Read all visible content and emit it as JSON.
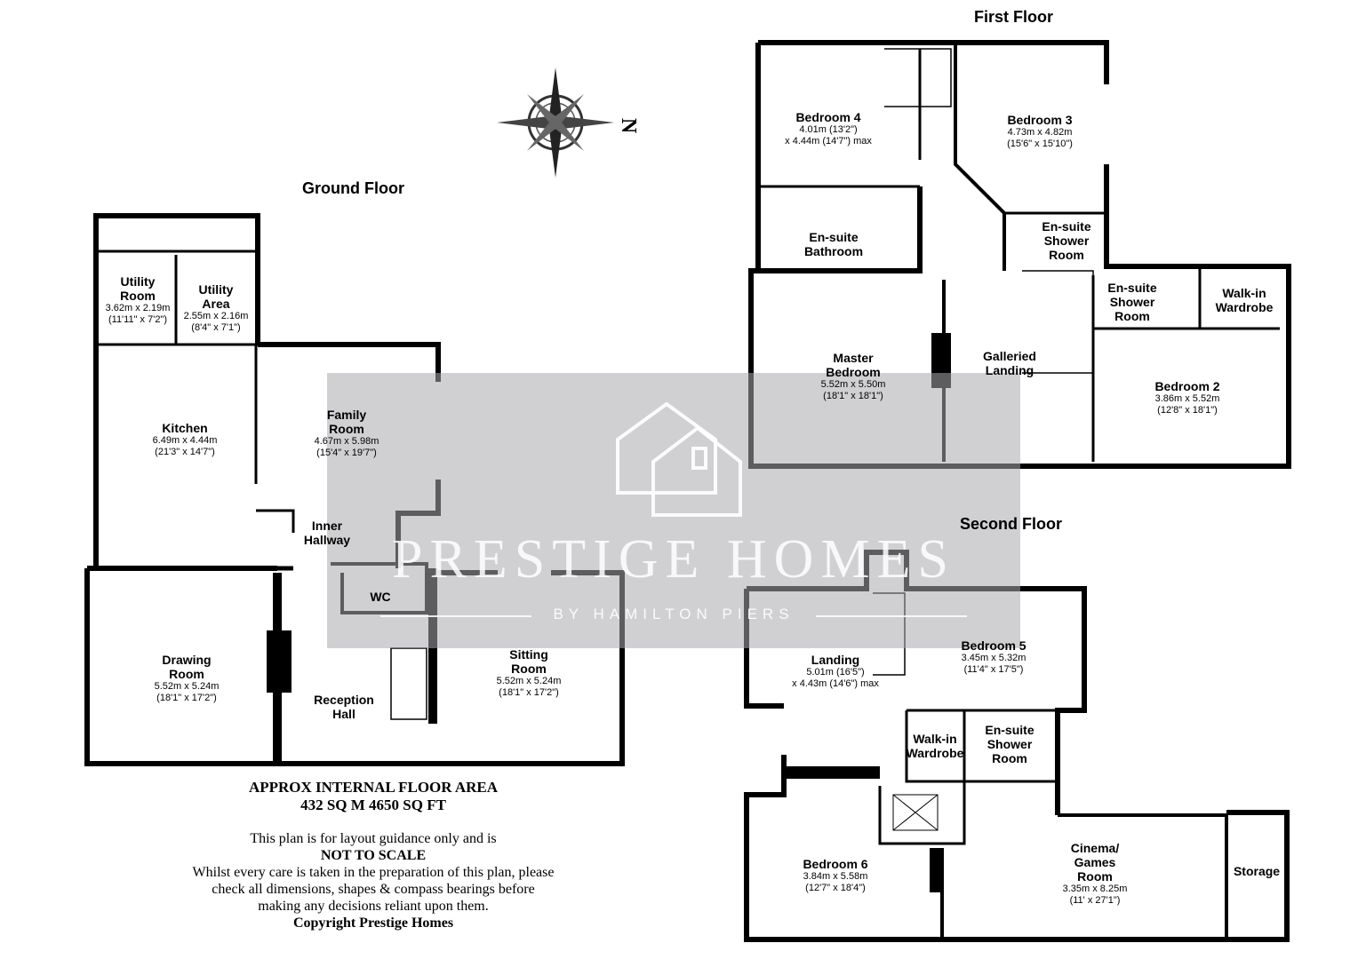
{
  "floors": {
    "ground": "Ground Floor",
    "first": "First Floor",
    "second": "Second Floor"
  },
  "rooms": {
    "utility_room": {
      "name": "Utility\nRoom",
      "dims": "3.62m x 2.19m\n(11'11\" x 7'2\")"
    },
    "utility_area": {
      "name": "Utility\nArea",
      "dims": "2.55m x 2.16m\n(8'4\" x 7'1\")"
    },
    "kitchen": {
      "name": "Kitchen",
      "dims": "6.49m x 4.44m\n(21'3\" x 14'7\")"
    },
    "family_room": {
      "name": "Family\nRoom",
      "dims": "4.67m x 5.98m\n(15'4\" x 19'7\")"
    },
    "inner_hallway": {
      "name": "Inner\nHallway",
      "dims": ""
    },
    "wc": {
      "name": "WC",
      "dims": ""
    },
    "drawing_room": {
      "name": "Drawing\nRoom",
      "dims": "5.52m x 5.24m\n(18'1\" x 17'2\")"
    },
    "reception_hall": {
      "name": "Reception\nHall",
      "dims": ""
    },
    "sitting_room": {
      "name": "Sitting\nRoom",
      "dims": "5.52m x 5.24m\n(18'1\" x 17'2\")"
    },
    "bedroom4": {
      "name": "Bedroom 4",
      "dims": "4.01m (13'2\")\nx 4.44m (14'7\") max"
    },
    "bedroom3": {
      "name": "Bedroom 3",
      "dims": "4.73m x 4.82m\n(15'6\" x 15'10\")"
    },
    "ensuite_bathroom": {
      "name": "En-suite\nBathroom",
      "dims": ""
    },
    "ensuite_shower_1": {
      "name": "En-suite\nShower\nRoom",
      "dims": ""
    },
    "ensuite_shower_2": {
      "name": "En-suite\nShower\nRoom",
      "dims": ""
    },
    "walkin_1": {
      "name": "Walk-in\nWardrobe",
      "dims": ""
    },
    "master_bedroom": {
      "name": "Master\nBedroom",
      "dims": "5.52m x 5.50m\n(18'1\" x 18'1\")"
    },
    "galleried_landing": {
      "name": "Galleried\nLanding",
      "dims": ""
    },
    "bedroom2": {
      "name": "Bedroom 2",
      "dims": "3.86m x 5.52m\n(12'8\" x 18'1\")"
    },
    "landing": {
      "name": "Landing",
      "dims": "5.01m (16'5\")\nx 4.43m (14'6\") max"
    },
    "bedroom5": {
      "name": "Bedroom 5",
      "dims": "3.45m x 5.32m\n(11'4\" x 17'5\")"
    },
    "walkin_2": {
      "name": "Walk-in\nWardrobe",
      "dims": ""
    },
    "ensuite_shower_3": {
      "name": "En-suite\nShower\nRoom",
      "dims": ""
    },
    "bedroom6": {
      "name": "Bedroom 6",
      "dims": "3.84m x 5.58m\n(12'7\" x 18'4\")"
    },
    "cinema": {
      "name": "Cinema/\nGames\nRoom",
      "dims": "3.35m x 8.25m\n(11' x 27'1\")"
    },
    "storage": {
      "name": "Storage",
      "dims": ""
    }
  },
  "notes": {
    "area_line1": "APPROX INTERNAL FLOOR AREA",
    "area_line2": "432 SQ M 4650 SQ FT",
    "disclaimer1": "This plan is for layout guidance only and is",
    "disclaimer2": "NOT TO SCALE",
    "disclaimer3": "Whilst every care is taken in the preparation of this plan, please check all dimensions, shapes & compass bearings before making any decisions reliant upon them.",
    "copyright": "Copyright Prestige Homes"
  },
  "watermark": {
    "name": "PRESTIGE HOMES",
    "sub": "BY HAMILTON PIERS"
  },
  "compass": {
    "north_label": "N"
  },
  "colors": {
    "wall": "#000000",
    "watermark": "#a9a9ae"
  }
}
